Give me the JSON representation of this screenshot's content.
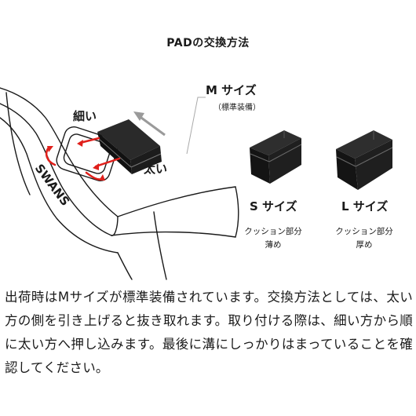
{
  "title": "PADの交換方法",
  "labels": {
    "m_size": "M サイズ",
    "m_standard": "（標準装備）",
    "thin": "細い",
    "thick": "太い",
    "s_size": "S サイズ",
    "l_size": "L サイズ",
    "s_desc_line1": "クッション部分",
    "s_desc_line2": "薄め",
    "l_desc_line1": "クッション部分",
    "l_desc_line2": "厚め",
    "brand_logo": "SWANS"
  },
  "description": "出荷時はMサイズが標準装備されています。交換方法としては、太い方の側を引き上げると抜き取れます。取り付ける際は、細い方から順に太い方へ押し込みます。最後に溝にしっかりはまっていることを確認してください。",
  "colors": {
    "arrow_red": "#e0201b",
    "arrow_gray": "#9a9a9a",
    "pad_black": "#1c1c1c"
  }
}
